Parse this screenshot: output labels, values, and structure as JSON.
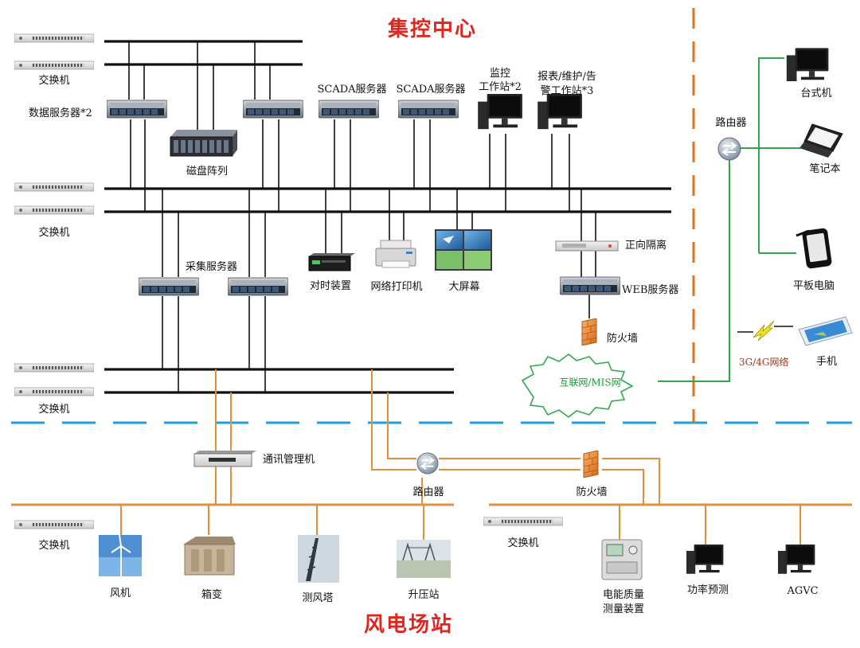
{
  "titles": {
    "control_center": "集控中心",
    "wind_station": "风电场站"
  },
  "labels": {
    "switch": "交换机",
    "data_server": "数据服务器*2",
    "disk_array": "磁盘阵列",
    "scada_server": "SCADA服务器",
    "monitor_ws_l1": "监控",
    "monitor_ws_l2": "工作站*2",
    "report_ws_l1": "报表/维护/告",
    "report_ws_l2": "警工作站*3",
    "collect_server": "采集服务器",
    "time_sync": "对时装置",
    "network_printer": "网络打印机",
    "big_screen": "大屏幕",
    "forward_isolation": "正向隔离",
    "web_server": "WEB服务器",
    "firewall": "防火墙",
    "internet_mis": "互联网/MIS网",
    "router": "路由器",
    "desktop": "台式机",
    "laptop": "笔记本",
    "tablet": "平板电脑",
    "network_3g4g": "3G/4G网络",
    "mobile_phone": "手机",
    "comm_manager": "通讯管理机",
    "wind_turbine": "风机",
    "box_transformer": "箱变",
    "wind_tower": "测风塔",
    "booster_station": "升压站",
    "pq_device_l1": "电能质量",
    "pq_device_l2": "测量装置",
    "power_forecast": "功率预测",
    "agvc": "AGVC"
  },
  "colors": {
    "title_red": "#e0261f",
    "bus_black": "#111111",
    "fiber_orange": "#e0913a",
    "wan_green": "#2fa84f",
    "divider_blue": "#1ea0d8",
    "divider_orange": "#e0731f"
  },
  "icons": [
    "switch-icon",
    "server-icon",
    "disk-array-icon",
    "workstation-icon",
    "time-sync-icon",
    "printer-icon",
    "big-screen-icon",
    "isolation-device-icon",
    "firewall-icon",
    "router-icon",
    "cloud-icon",
    "desktop-icon",
    "laptop-icon",
    "tablet-icon",
    "lightning-icon",
    "phone-icon",
    "comm-manager-icon",
    "wind-turbine-icon",
    "box-transformer-icon",
    "wind-tower-icon",
    "booster-station-icon",
    "pq-device-icon"
  ]
}
